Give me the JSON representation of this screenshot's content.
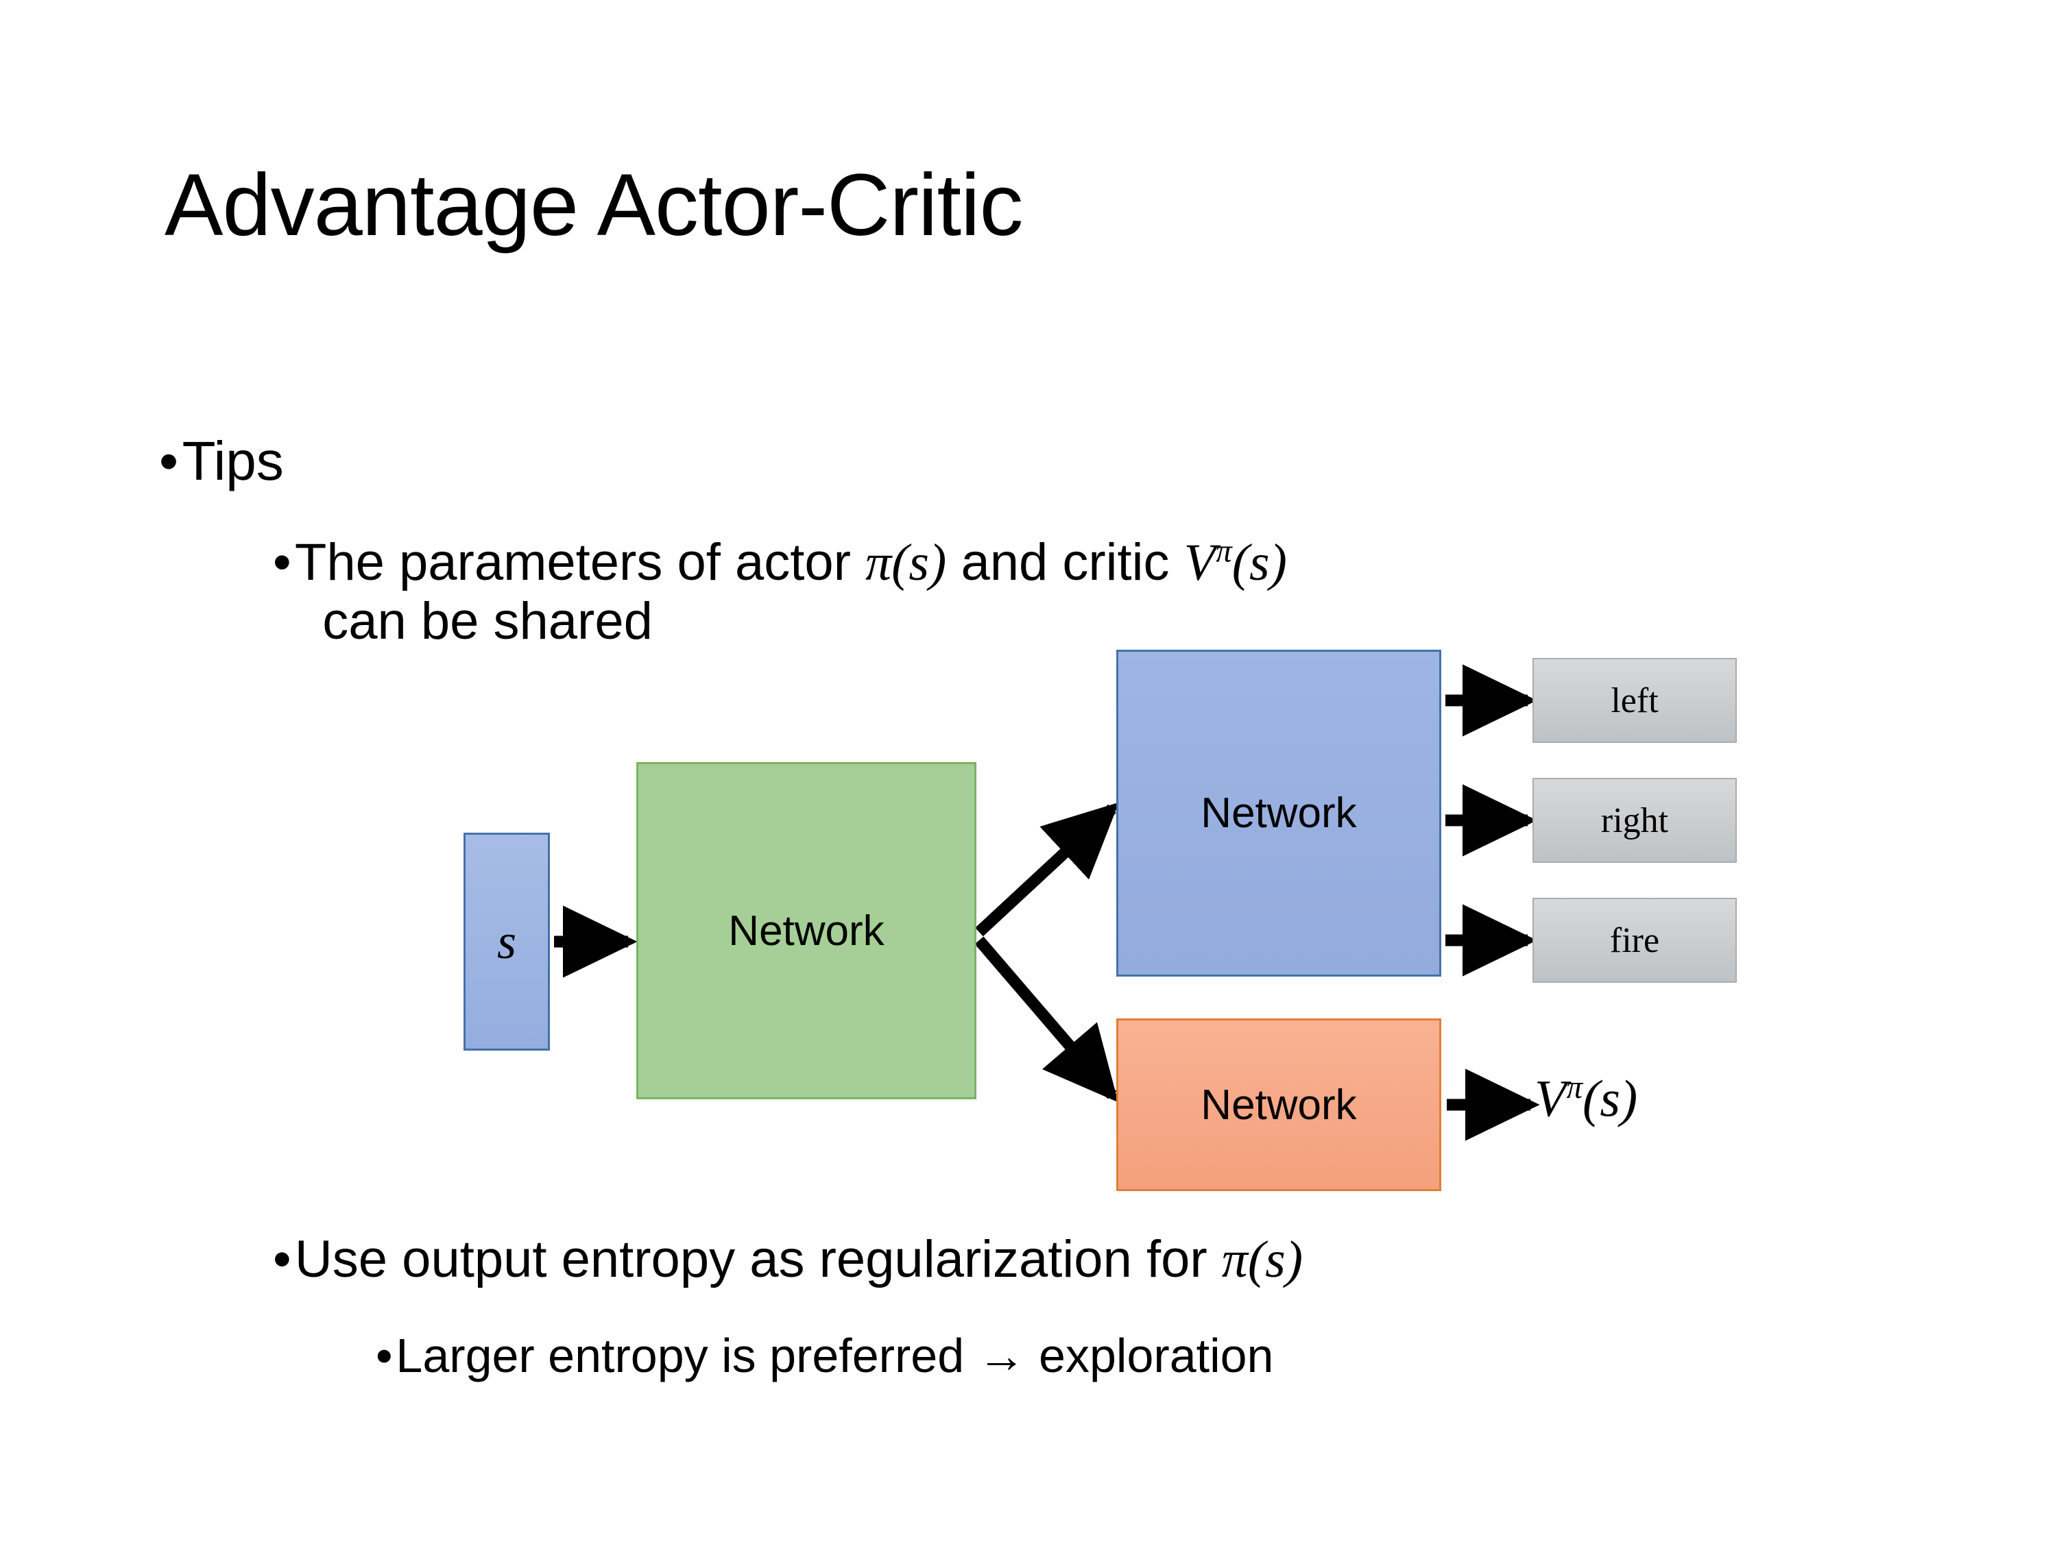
{
  "slide": {
    "title": "Advantage Actor-Critic",
    "background_color": "#ffffff"
  },
  "bullets": {
    "tips": "Tips",
    "parameters_line1_pre": "The parameters of actor ",
    "parameters_math_actor": "π(s)",
    "parameters_line1_mid": "  and critic ",
    "parameters_math_critic_base": "V",
    "parameters_math_critic_sup": "π",
    "parameters_math_critic_arg": "(s)",
    "parameters_line2": "can be shared",
    "entropy_pre": "Use output entropy as regularization for ",
    "entropy_math": "π(s)",
    "larger_entropy": "Larger entropy is preferred → exploration"
  },
  "diagram": {
    "state_box": {
      "label": "s",
      "fill": "#9cb3e0",
      "border": "#4472a8"
    },
    "shared_network": {
      "label": "Network",
      "fill": "#a5cf96",
      "border": "#7ab264"
    },
    "actor_network": {
      "label": "Network",
      "fill": "#97afdf",
      "border": "#4472a8"
    },
    "critic_network": {
      "label": "Network",
      "fill": "#f5a886",
      "border": "#e07f36"
    },
    "actions": [
      {
        "label": "left",
        "fill": "#c9ccce",
        "border": "#a9adb0"
      },
      {
        "label": "right",
        "fill": "#c9ccce",
        "border": "#a9adb0"
      },
      {
        "label": "fire",
        "fill": "#c9ccce",
        "border": "#a9adb0"
      }
    ],
    "critic_output": {
      "base": "V",
      "sup": "π",
      "arg": "(s)"
    },
    "arrow_color": "#000000"
  }
}
